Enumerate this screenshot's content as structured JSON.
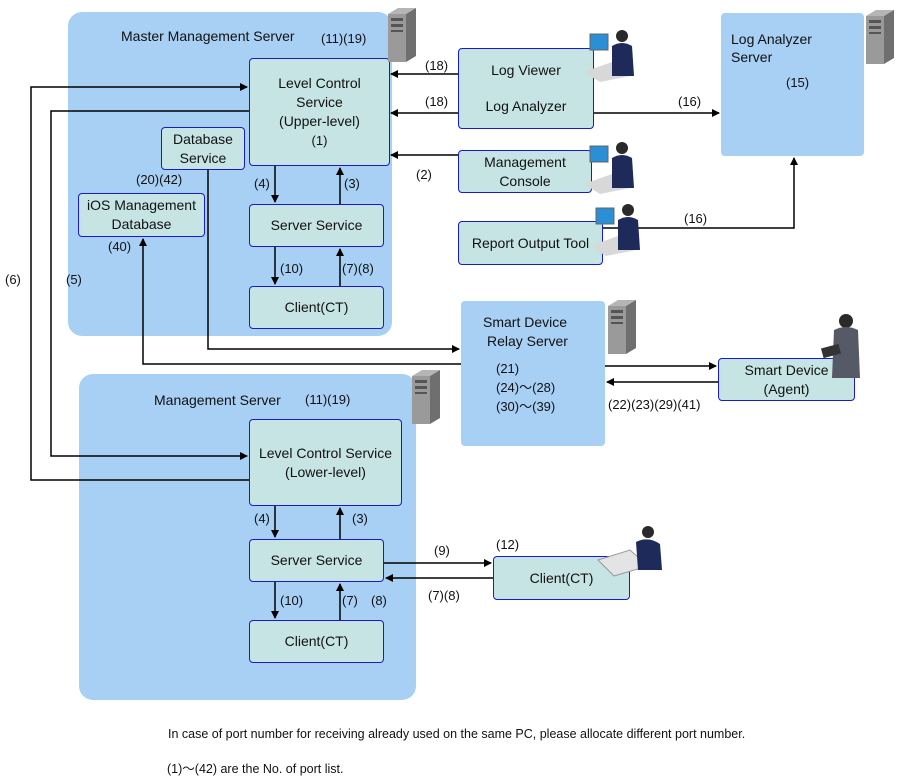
{
  "regions": {
    "master": {
      "title": "Master Management Server",
      "ports": "(11)(19)"
    },
    "management": {
      "title": "Management Server",
      "ports": "(11)(19)"
    },
    "log_analyzer_server": {
      "title_line1": "Log Analyzer",
      "title_line2": "Server",
      "port": "(15)"
    },
    "smart_device_relay": {
      "title_line1": "Smart Device",
      "title_line2": "Relay Server",
      "ports_line1": "(21)",
      "ports_line2": "(24)～(28)",
      "ports_line3": "(30)～(39)"
    }
  },
  "boxes": {
    "level_control_upper": {
      "line1": "Level Control",
      "line2": "Service",
      "line3": "(Upper-level)",
      "line4": "(1)"
    },
    "database_service": {
      "line1": "Database",
      "line2": "Service"
    },
    "ios_db": {
      "line1": "iOS Management",
      "line2": "Database"
    },
    "server_service_master": {
      "label": "Server Service"
    },
    "client_master": {
      "label": "Client(CT)"
    },
    "log_viewer_analyzer": {
      "line1": "Log Viewer",
      "line2": "Log Analyzer"
    },
    "management_console": {
      "line1": "Management",
      "line2": "Console"
    },
    "report_output_tool": {
      "label": "Report Output Tool"
    },
    "smart_device_agent": {
      "line1": "Smart Device",
      "line2": "(Agent)"
    },
    "level_control_lower": {
      "line1": "Level Control Service",
      "line2": "(Lower-level)"
    },
    "server_service_mgmt": {
      "label": "Server Service"
    },
    "client_mgmt": {
      "label": "Client(CT)"
    },
    "client_external": {
      "label": "Client(CT)"
    }
  },
  "port_labels": {
    "p18a": "(18)",
    "p18b": "(18)",
    "p16a": "(16)",
    "p16b": "(16)",
    "p2": "(2)",
    "p4a": "(4)",
    "p3a": "(3)",
    "p10a": "(10)",
    "p78a": "(7)(8)",
    "p2042": "(20)(42)",
    "p40": "(40)",
    "p6": "(6)",
    "p5": "(5)",
    "p22": "(22)(23)(29)(41)",
    "p4b": "(4)",
    "p3b": "(3)",
    "p10b": "(10)",
    "p7b": "(7)",
    "p8b": "(8)",
    "p9": "(9)",
    "p12": "(12)",
    "p78c": "(7)(8)"
  },
  "notes": {
    "line1": "In case of port number for receiving already used on the same PC, please allocate different port number.",
    "line2": "(1)～(42) are the No.  of  port list."
  },
  "icons": [
    "server-tower-icon",
    "user-at-computer-icon",
    "user-with-tablet-icon"
  ]
}
